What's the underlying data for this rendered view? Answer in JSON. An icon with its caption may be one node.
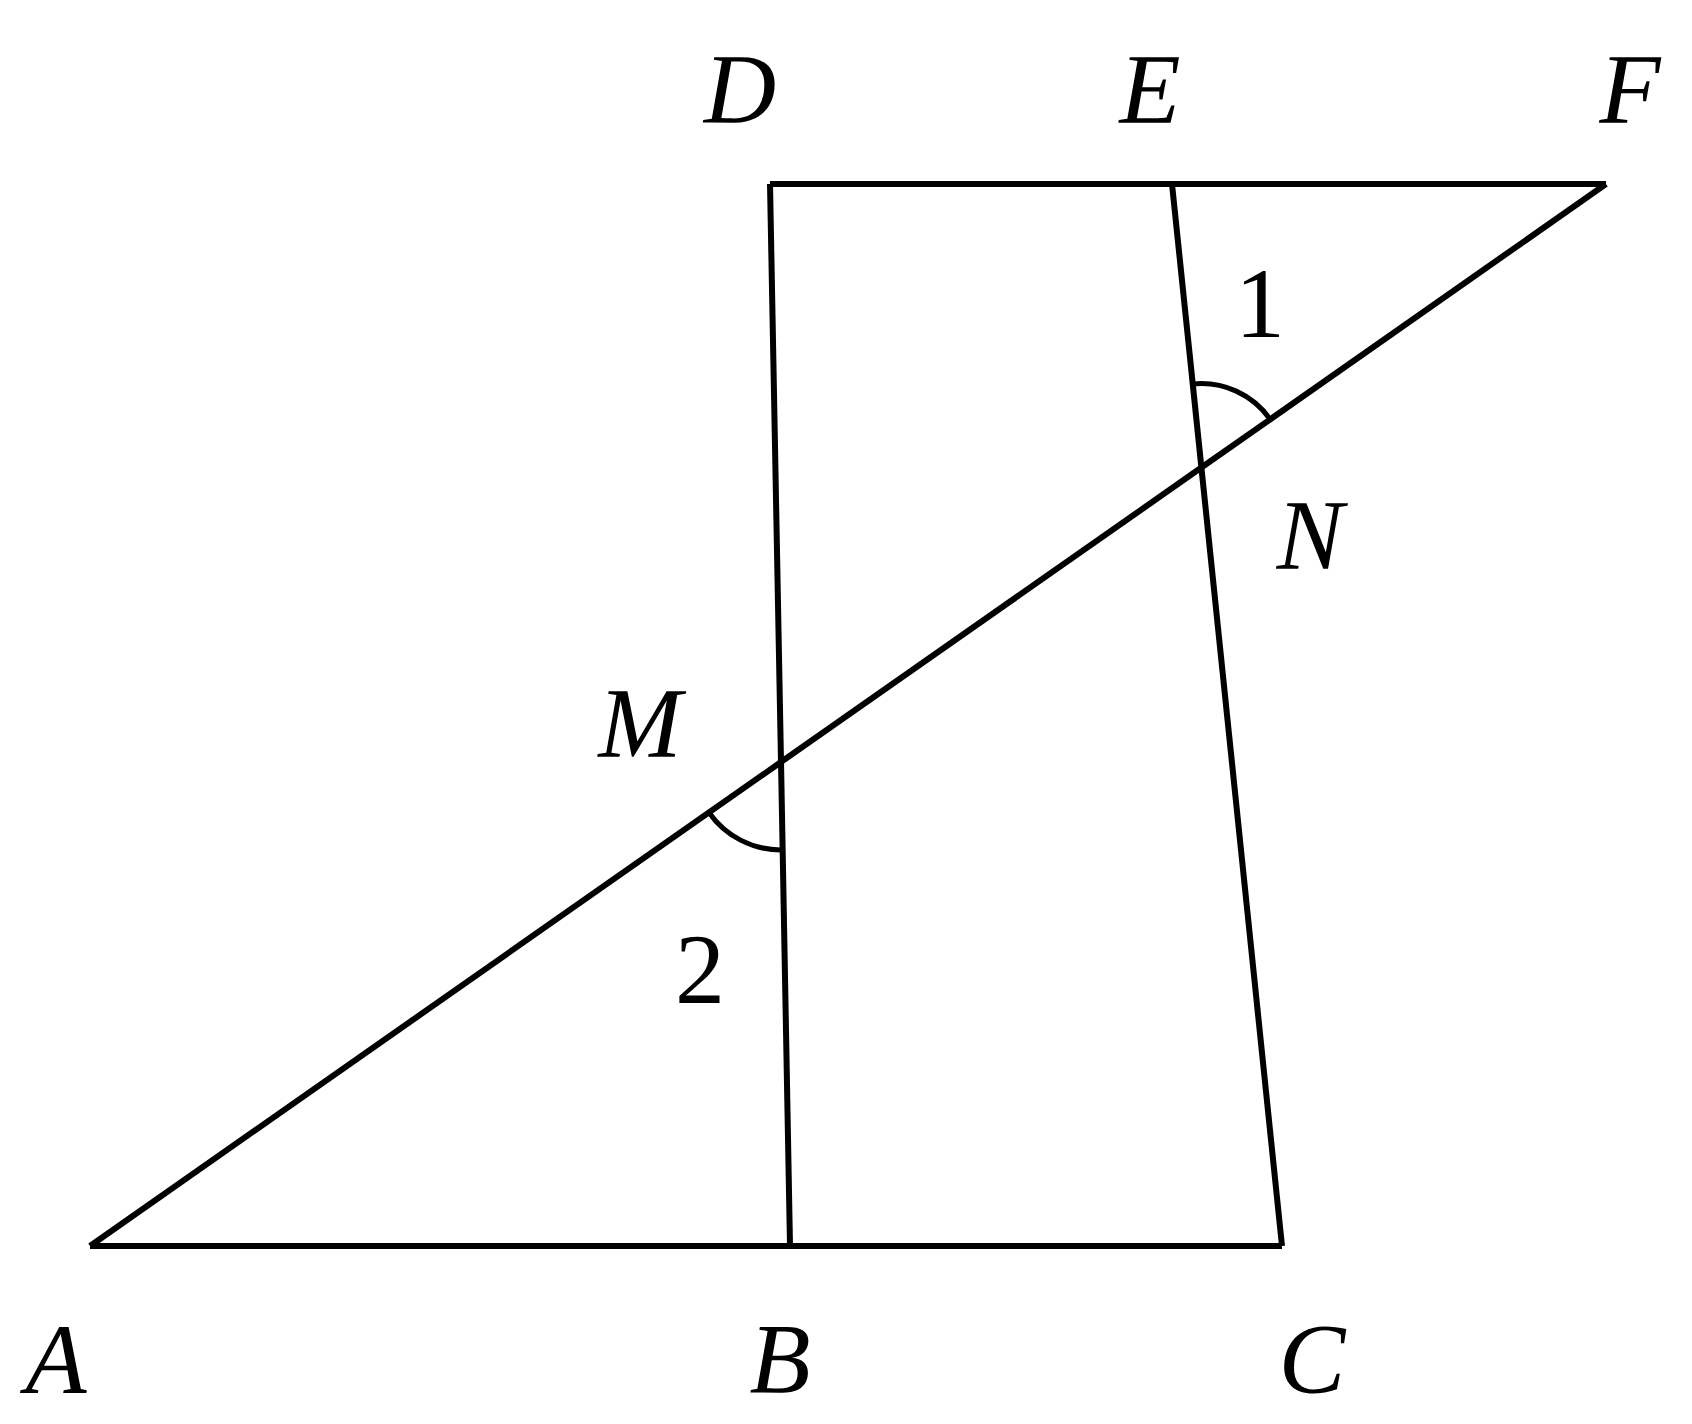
{
  "diagram": {
    "nodes": [
      {
        "text": [
          "D"
        ]
      },
      {
        "text": [
          "E"
        ]
      },
      {
        "text": [
          "F"
        ]
      },
      {
        "text": [
          "M"
        ]
      },
      {
        "text": [
          "N"
        ]
      },
      {
        "text": [
          "A"
        ]
      },
      {
        "text": [
          "B"
        ]
      },
      {
        "text": [
          "C"
        ]
      }
    ],
    "edges": [
      {
        "from": 0,
        "to": 1,
        "arrow": "none"
      },
      {
        "from": 1,
        "to": 2,
        "arrow": "none"
      },
      {
        "from": 0,
        "to": 3,
        "arrow": "none"
      },
      {
        "from": 3,
        "to": 6,
        "arrow": "none"
      },
      {
        "from": 1,
        "to": 4,
        "arrow": "none"
      },
      {
        "from": 4,
        "to": 7,
        "arrow": "none"
      },
      {
        "from": 5,
        "to": 3,
        "arrow": "none"
      },
      {
        "from": 3,
        "to": 4,
        "arrow": "none"
      },
      {
        "from": 4,
        "to": 2,
        "arrow": "none"
      },
      {
        "from": 5,
        "to": 6,
        "arrow": "none"
      },
      {
        "from": 6,
        "to": 7,
        "arrow": "none"
      }
    ],
    "labels": [
      "1",
      "2"
    ]
  }
}
